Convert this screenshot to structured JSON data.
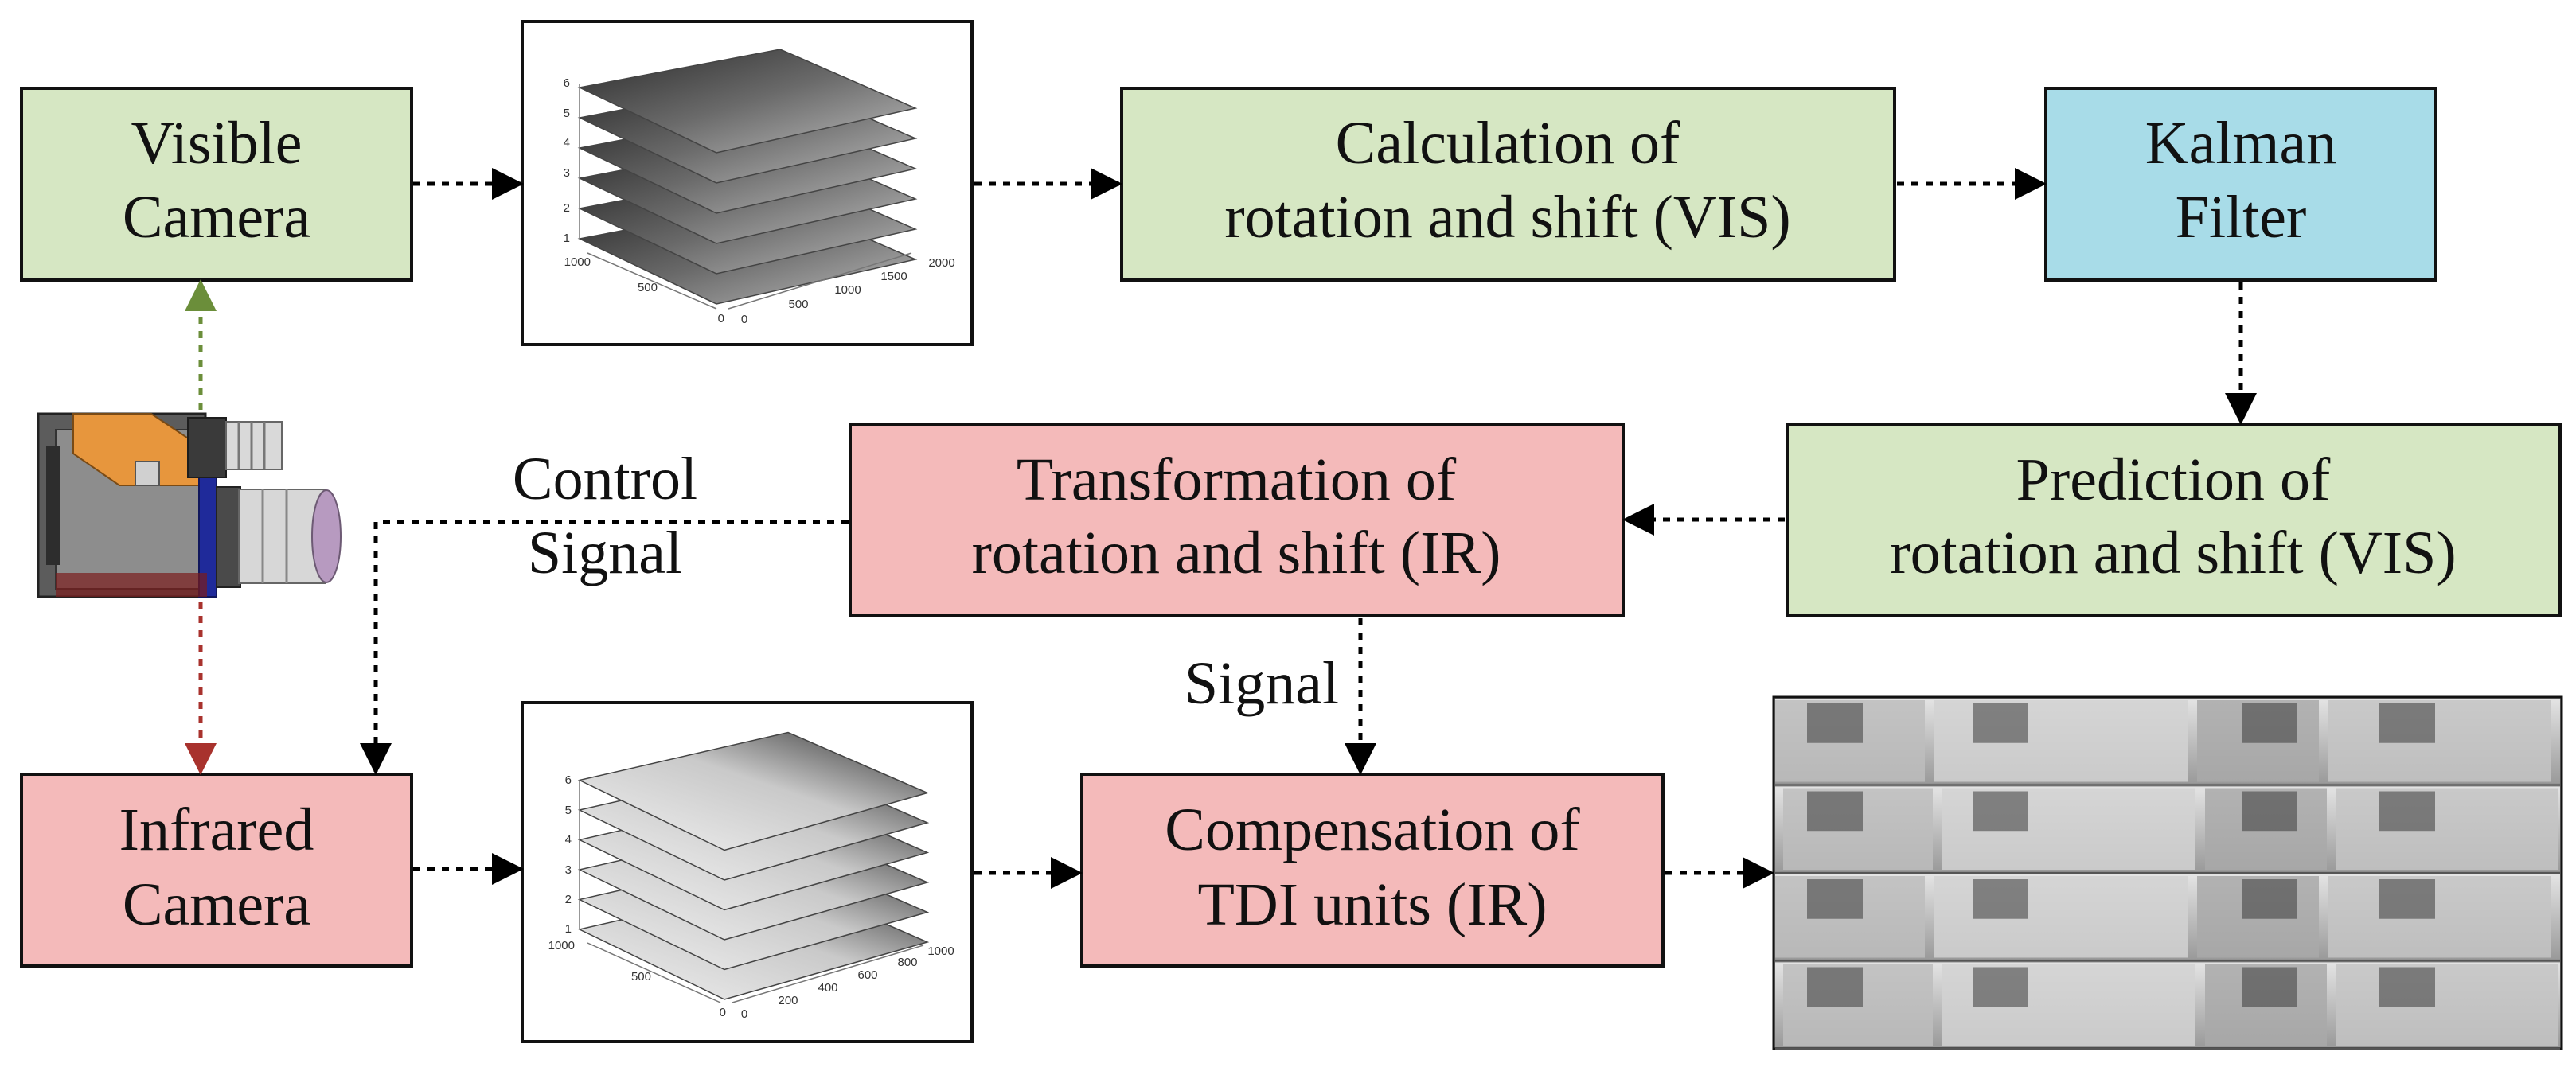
{
  "colors": {
    "green_box": "#d6e7c3",
    "blue_box": "#a8dce8",
    "red_box": "#f4baba",
    "green_arrow": "#6b8e3a",
    "red_arrow": "#a8322d"
  },
  "boxes": {
    "visible_camera": {
      "line1": "Visible",
      "line2": "Camera"
    },
    "calc_vis": {
      "line1": "Calculation of",
      "line2": "rotation and shift (VIS)"
    },
    "kalman": {
      "line1": "Kalman",
      "line2": "Filter"
    },
    "prediction": {
      "line1": "Prediction of",
      "line2": "rotation and shift (VIS)"
    },
    "transform_ir": {
      "line1": "Transformation of",
      "line2": "rotation and shift (IR)"
    },
    "infrared_camera": {
      "line1": "Infrared",
      "line2": "Camera"
    },
    "compensation": {
      "line1": "Compensation of",
      "line2": "TDI units (IR)"
    }
  },
  "labels": {
    "control_line1": "Control",
    "control_line2": "Signal",
    "signal": "Signal"
  },
  "plot_vis": {
    "z_ticks": [
      "1",
      "2",
      "3",
      "4",
      "5",
      "6"
    ],
    "y_ticks": [
      "1000",
      "500",
      "0"
    ],
    "x_ticks": [
      "0",
      "500",
      "1000",
      "1500",
      "2000"
    ]
  },
  "plot_ir": {
    "z_ticks": [
      "1",
      "2",
      "3",
      "4",
      "5",
      "6"
    ],
    "y_ticks": [
      "1000",
      "500",
      "0"
    ],
    "x_ticks": [
      "0",
      "200",
      "400",
      "600",
      "800",
      "1000"
    ]
  },
  "icons": [
    "camera-assembly-icon",
    "visible-image-stack",
    "infrared-image-stack",
    "compensated-strip-images"
  ]
}
